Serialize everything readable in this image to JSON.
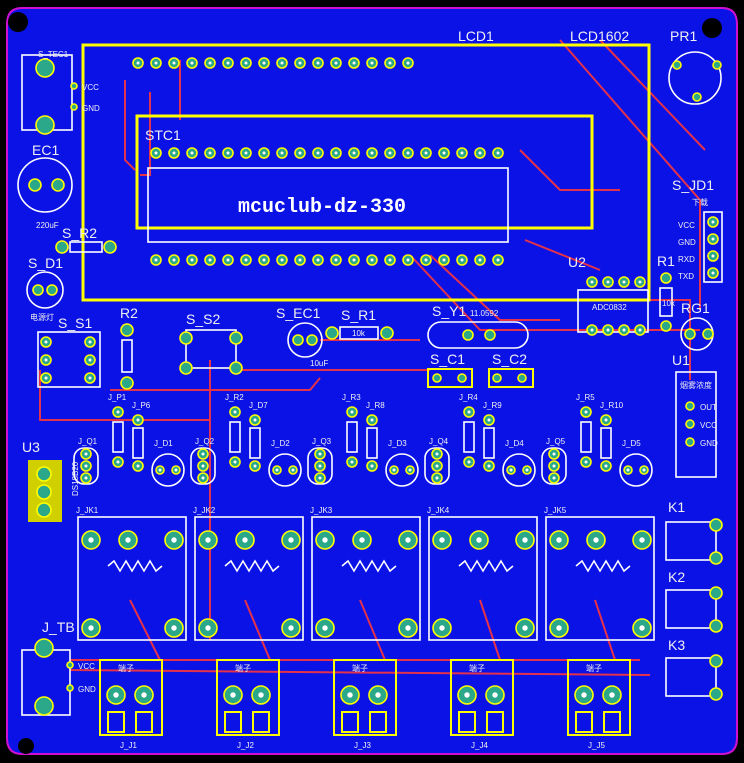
{
  "board": {
    "colors": {
      "copper": "#0b12e6",
      "edge": "#d010d0",
      "pad": "#2aa889",
      "silkscreen": "#ffffff",
      "highlight": "#ffff00",
      "trace": "#e4324a"
    },
    "title_text": "mcuclub-dz-330"
  },
  "labels": {
    "lcd1": "LCD1",
    "lcd1602": "LCD1602",
    "pr1": "PR1",
    "stc1": "STC1",
    "s_tec1": "S_TEC1",
    "vcc": "VCC",
    "gnd": "GND",
    "ec1": "EC1",
    "ec1_val": "220uF",
    "s_r2": "S_R2",
    "s_d1": "S_D1",
    "s_d1_sub": "电源灯",
    "s_s1": "S_S1",
    "r2": "R2",
    "s_s2": "S_S2",
    "s_ec1": "S_EC1",
    "s_ec1_val": "10uF",
    "s_r1": "S_R1",
    "s_r1_val": "10k",
    "s_y1": "S_Y1",
    "s_y1_val": "11.0592",
    "s_c1": "S_C1",
    "s_c2": "S_C2",
    "u2": "U2",
    "u2_chip": "ADC0832",
    "r1": "R1",
    "r1_val": "10k",
    "rg1": "RG1",
    "s_jd1": "S_JD1",
    "download": "下载",
    "jd_vcc": "VCC",
    "jd_gnd": "GND",
    "jd_rxd": "RXD",
    "jd_txd": "TXD",
    "u1": "U1",
    "u1_title": "烟雾浓度",
    "u1_out": "OUT",
    "u1_vcc": "VCC",
    "u1_gnd": "GND",
    "u3": "U3",
    "u3_sub": "DS18B20",
    "k1": "K1",
    "k2": "K2",
    "k3": "K3",
    "j_tb": "J_TB",
    "tb_vcc": "VCC",
    "tb_gnd": "GND",
    "terminal": "端子"
  },
  "relay_channels": [
    {
      "jp": "J_P1",
      "jp2": "J_P6",
      "jq": "J_Q1",
      "jd": "J_D1",
      "jk": "J_JK1",
      "jt": "J_J1"
    },
    {
      "jp": "J_R2",
      "jp2": "J_D7",
      "jq": "J_Q2",
      "jd": "J_D2",
      "jk": "J_JK2",
      "jt": "J_J2"
    },
    {
      "jp": "J_R3",
      "jp2": "J_R8",
      "jq": "J_Q3",
      "jd": "J_D3",
      "jk": "J_JK3",
      "jt": "J_J3"
    },
    {
      "jp": "J_R4",
      "jp2": "J_R9",
      "jq": "J_Q4",
      "jd": "J_D4",
      "jk": "J_JK4",
      "jt": "J_J4"
    },
    {
      "jp": "J_R5",
      "jp2": "J_R10",
      "jq": "J_Q5",
      "jd": "J_D5",
      "jk": "J_JK5",
      "jt": "J_J5"
    }
  ]
}
